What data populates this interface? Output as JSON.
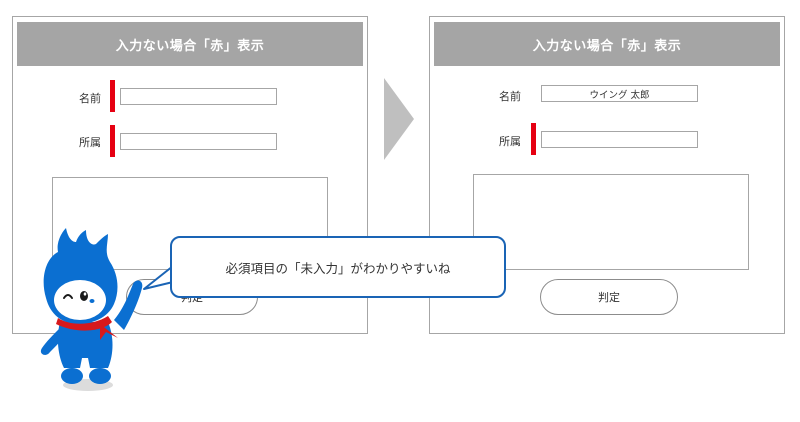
{
  "left_panel": {
    "header": "入力ない場合「赤」表示",
    "name_label": "名前",
    "name_value": "",
    "affiliation_label": "所属",
    "affiliation_value": "",
    "judge_button": "判定"
  },
  "right_panel": {
    "header": "入力ない場合「赤」表示",
    "name_label": "名前",
    "name_value": "ウイング 太郎",
    "affiliation_label": "所属",
    "affiliation_value": "",
    "judge_button": "判定"
  },
  "speech_bubble": {
    "text": "必須項目の「未入力」がわかりやすいね"
  },
  "colors": {
    "header_bg": "#a5a5a5",
    "required_marker": "#e60012",
    "bubble_border": "#1a64b5",
    "mascot_blue": "#0b6fd1",
    "arrow": "#bfbfbf"
  }
}
